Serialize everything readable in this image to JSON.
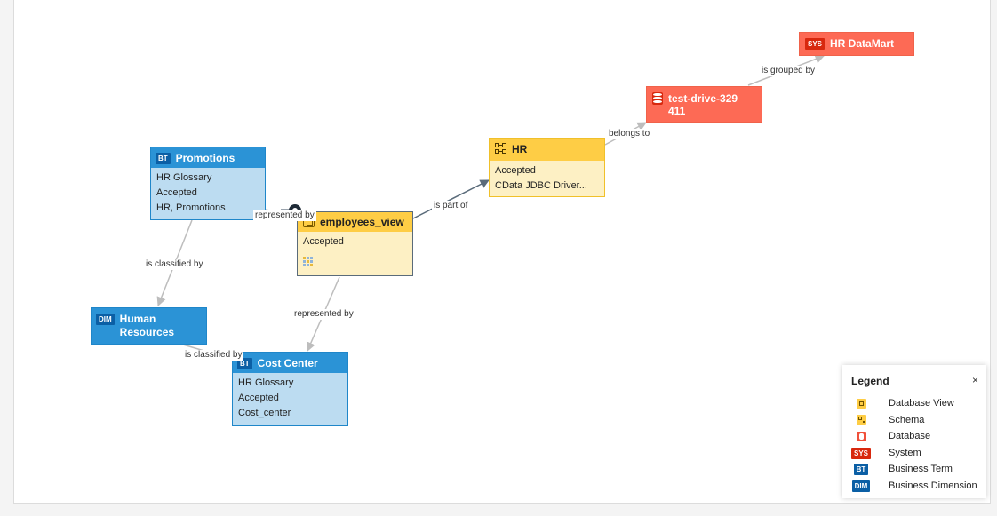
{
  "nodes": {
    "hr_datamart": {
      "badge": "SYS",
      "title": "HR DataMart"
    },
    "test_drive": {
      "title": "test-drive-329411"
    },
    "hr_schema": {
      "title": "HR",
      "lines": [
        "Accepted",
        "CData JDBC Driver..."
      ]
    },
    "promotions": {
      "badge": "BT",
      "title": "Promotions",
      "lines": [
        "HR Glossary",
        "Accepted",
        "HR, Promotions"
      ]
    },
    "employees_view": {
      "title": "employees_view",
      "lines": [
        "Accepted"
      ]
    },
    "human_resources": {
      "badge": "DIM",
      "title": "Human Resources"
    },
    "cost_center": {
      "badge": "BT",
      "title": "Cost Center",
      "lines": [
        "HR Glossary",
        "Accepted",
        "Cost_center"
      ]
    }
  },
  "edges": {
    "grouped_by": "is grouped by",
    "belongs_to": "belongs to",
    "part_of": "is part of",
    "represented_by_top": "represented by",
    "classified_by_left": "is classified by",
    "represented_by_bottom": "represented by",
    "classified_by_bottom": "is classified by"
  },
  "legend": {
    "title": "Legend",
    "close": "×",
    "items": [
      {
        "icon": "database-view-icon",
        "label": "Database View"
      },
      {
        "icon": "schema-icon",
        "label": "Schema"
      },
      {
        "icon": "database-icon",
        "label": "Database"
      },
      {
        "icon": "sys-badge",
        "badge": "SYS",
        "label": "System"
      },
      {
        "icon": "bt-badge",
        "badge": "BT",
        "label": "Business Term"
      },
      {
        "icon": "dim-badge",
        "badge": "DIM",
        "label": "Business Dimension"
      }
    ]
  },
  "colors": {
    "business_blue": "#2b93d6",
    "business_light": "#bcdcf1",
    "asset_yellow": "#fecd45",
    "asset_light": "#fdf0c4",
    "system_red": "#fd6a55"
  }
}
